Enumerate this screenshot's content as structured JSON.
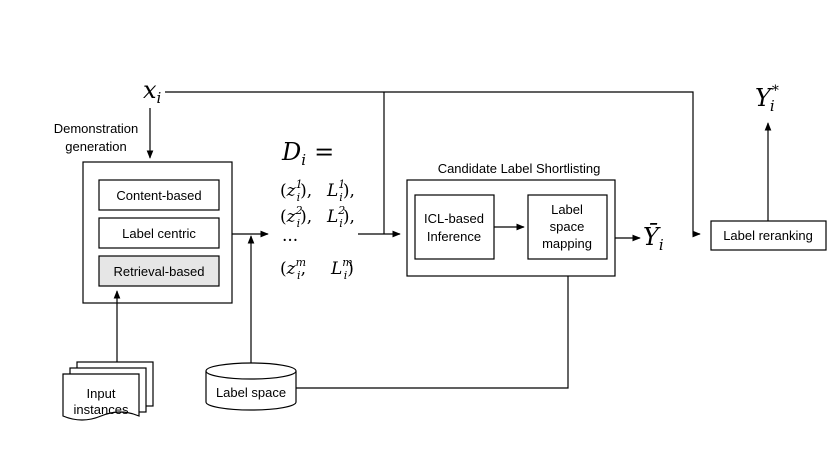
{
  "labels": {
    "x_var": "x",
    "x_sub": "i",
    "demo_gen_line1": "Demonstration",
    "demo_gen_line2": "generation",
    "content_based": "Content-based",
    "label_centric": "Label centric",
    "retrieval_based": "Retrieval-based",
    "input_line1": "Input",
    "input_line2": "instances",
    "label_space": "Label space",
    "candidate_title": "Candidate Label Shortlisting",
    "icl_line1": "ICL-based",
    "icl_line2": "Inference",
    "map_line1": "Label",
    "map_line2": "space",
    "map_line3": "mapping",
    "y_bar": "Ȳ",
    "y_bar_sub": "i",
    "label_reranking": "Label reranking",
    "y_star": "Y",
    "y_star_sub": "i",
    "y_star_sup": "*"
  },
  "demo_set": {
    "head_var": "D",
    "head_sub": "i",
    "head_eq": "=",
    "rows": [
      {
        "open": "(",
        "z": "z",
        "zsup": "1",
        "zsub": "i",
        "L": "L",
        "Lsup": "1",
        "Lsub": "i",
        "close": "),"
      },
      {
        "open": "(",
        "z": "z",
        "zsup": "2",
        "zsub": "i",
        "L": "L",
        "Lsup": "2",
        "Lsub": "i",
        "close": "),"
      },
      {
        "open": "(",
        "z": "z",
        "zsup": "m",
        "zsub": "i",
        "L": "L",
        "Lsup": "m",
        "Lsub": "i",
        "close": ")"
      }
    ],
    "ellipsis": "···"
  },
  "colors": {
    "retrieval_fill": "#e6e6e6",
    "stroke": "#000000"
  }
}
